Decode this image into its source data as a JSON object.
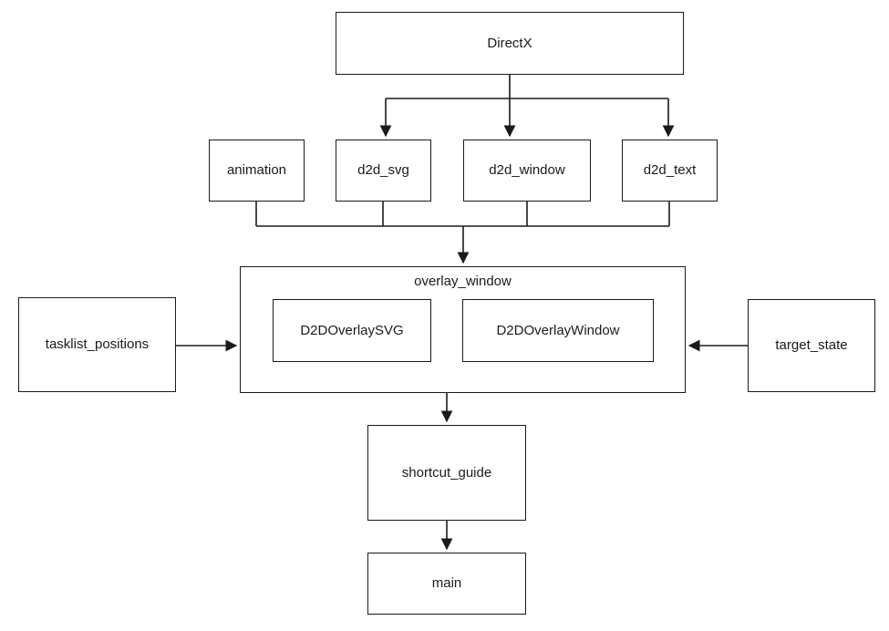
{
  "diagram": {
    "type": "dependency-flowchart",
    "nodes": {
      "directx": "DirectX",
      "animation": "animation",
      "d2d_svg": "d2d_svg",
      "d2d_window": "d2d_window",
      "d2d_text": "d2d_text",
      "overlay_window": "overlay_window",
      "d2d_overlay_svg": "D2DOverlaySVG",
      "d2d_overlay_window": "D2DOverlayWindow",
      "tasklist_positions": "tasklist_positions",
      "target_state": "target_state",
      "shortcut_guide": "shortcut_guide",
      "main": "main"
    },
    "edges": [
      {
        "from": "DirectX",
        "to": "d2d_svg"
      },
      {
        "from": "DirectX",
        "to": "d2d_window"
      },
      {
        "from": "DirectX",
        "to": "d2d_text"
      },
      {
        "from": "animation",
        "to": "overlay_window"
      },
      {
        "from": "d2d_svg",
        "to": "overlay_window"
      },
      {
        "from": "d2d_window",
        "to": "overlay_window"
      },
      {
        "from": "d2d_text",
        "to": "overlay_window"
      },
      {
        "from": "tasklist_positions",
        "to": "overlay_window"
      },
      {
        "from": "target_state",
        "to": "overlay_window"
      },
      {
        "from": "overlay_window",
        "to": "shortcut_guide"
      },
      {
        "from": "shortcut_guide",
        "to": "main"
      }
    ],
    "contains": [
      {
        "parent": "overlay_window",
        "children": [
          "D2DOverlaySVG",
          "D2DOverlayWindow"
        ]
      }
    ],
    "colors": {
      "background": "#ffffff",
      "line": "#1a1a1a",
      "box_fill": "#ffffff",
      "text": "#1a1a1a"
    }
  }
}
